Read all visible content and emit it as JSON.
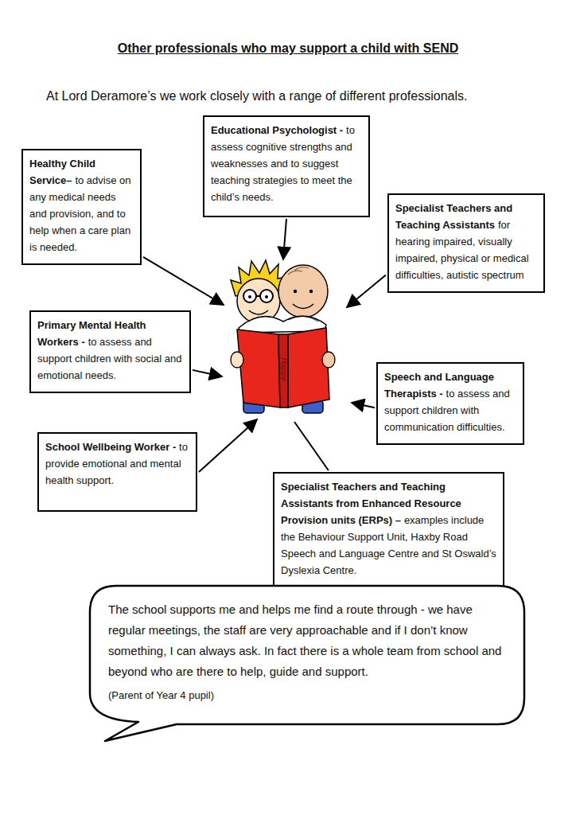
{
  "diagram": {
    "title": "Other professionals who may support a child with SEND",
    "nodes": [
      {
        "text": [
          "Educational Psychologist -",
          "to assess cognitive strengths and weaknesses and to suggest teaching strategies to meet the child’s needs."
        ]
      },
      {
        "text": [
          "Healthy Child Service–",
          "to advise on any medical needs and provision, and to help when a care plan is needed."
        ]
      },
      {
        "text": [
          "Specialist Teachers and Teaching Assistants",
          "for hearing impaired, visually impaired, physical or medical difficulties, autistic spectrum"
        ]
      },
      {
        "text": [
          "Primary Mental Health Workers -",
          "to assess and support children with social and emotional needs."
        ]
      },
      {
        "text": [
          "Speech and Language Therapists -",
          "to assess and support children with communication difficulties."
        ]
      },
      {
        "text": [
          "School Wellbeing Worker -",
          "to provide emotional and mental health support."
        ]
      },
      {
        "text": [
          "Specialist Teachers and Teaching Assistants from Enhanced Resource Provision units (ERPs) –",
          "examples include the Behaviour Support Unit, Haxby Road Speech and Language Centre and St Oswald’s Dyslexia Centre."
        ]
      },
      {
        "text": [
          "The school supports me and helps me find a route through - we have regular meetings, the staff are very approachable and if I don’t know something, I can always ask. In fact there is a whole team from school and beyond who are there to help, guide and support.",
          "(Parent of Year 4 pupil)"
        ]
      }
    ],
    "labels": [
      "At Lord Deramore’s we work closely with a range of different professionals.",
      "Happy"
    ]
  }
}
